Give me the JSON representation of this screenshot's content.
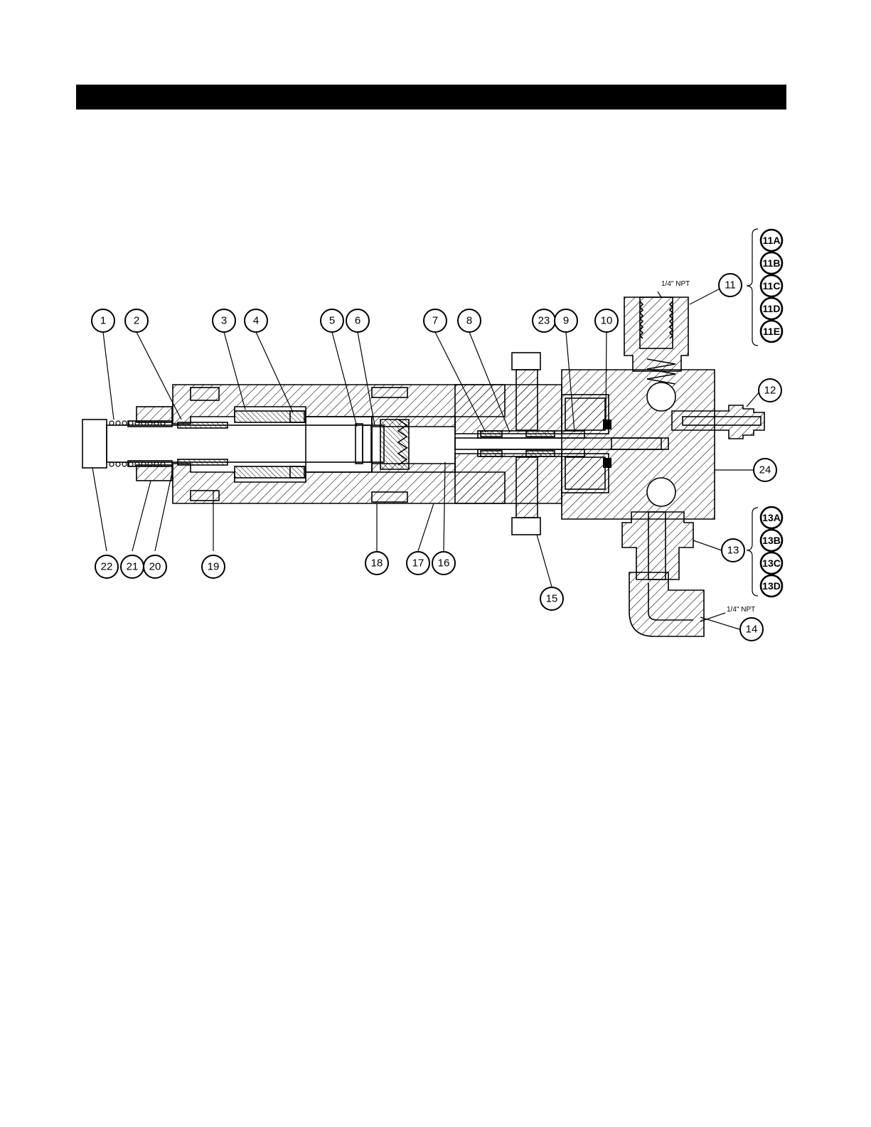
{
  "diagram": {
    "callouts": {
      "c1": "1",
      "c2": "2",
      "c3": "3",
      "c4": "4",
      "c5": "5",
      "c6": "6",
      "c7": "7",
      "c8": "8",
      "c23": "23",
      "c9": "9",
      "c10": "10",
      "c11": "11",
      "c12": "12",
      "c24": "24",
      "c13": "13",
      "c14": "14",
      "c15": "15",
      "c16": "16",
      "c17": "17",
      "c18": "18",
      "c19": "19",
      "c20": "20",
      "c21": "21",
      "c22": "22"
    },
    "group_11": [
      "11A",
      "11B",
      "11C",
      "11D",
      "11E"
    ],
    "group_13": [
      "13A",
      "13B",
      "13C",
      "13D"
    ],
    "npt_label_top": "1/4\" NPT",
    "npt_label_bottom": "1/4\" NPT"
  }
}
